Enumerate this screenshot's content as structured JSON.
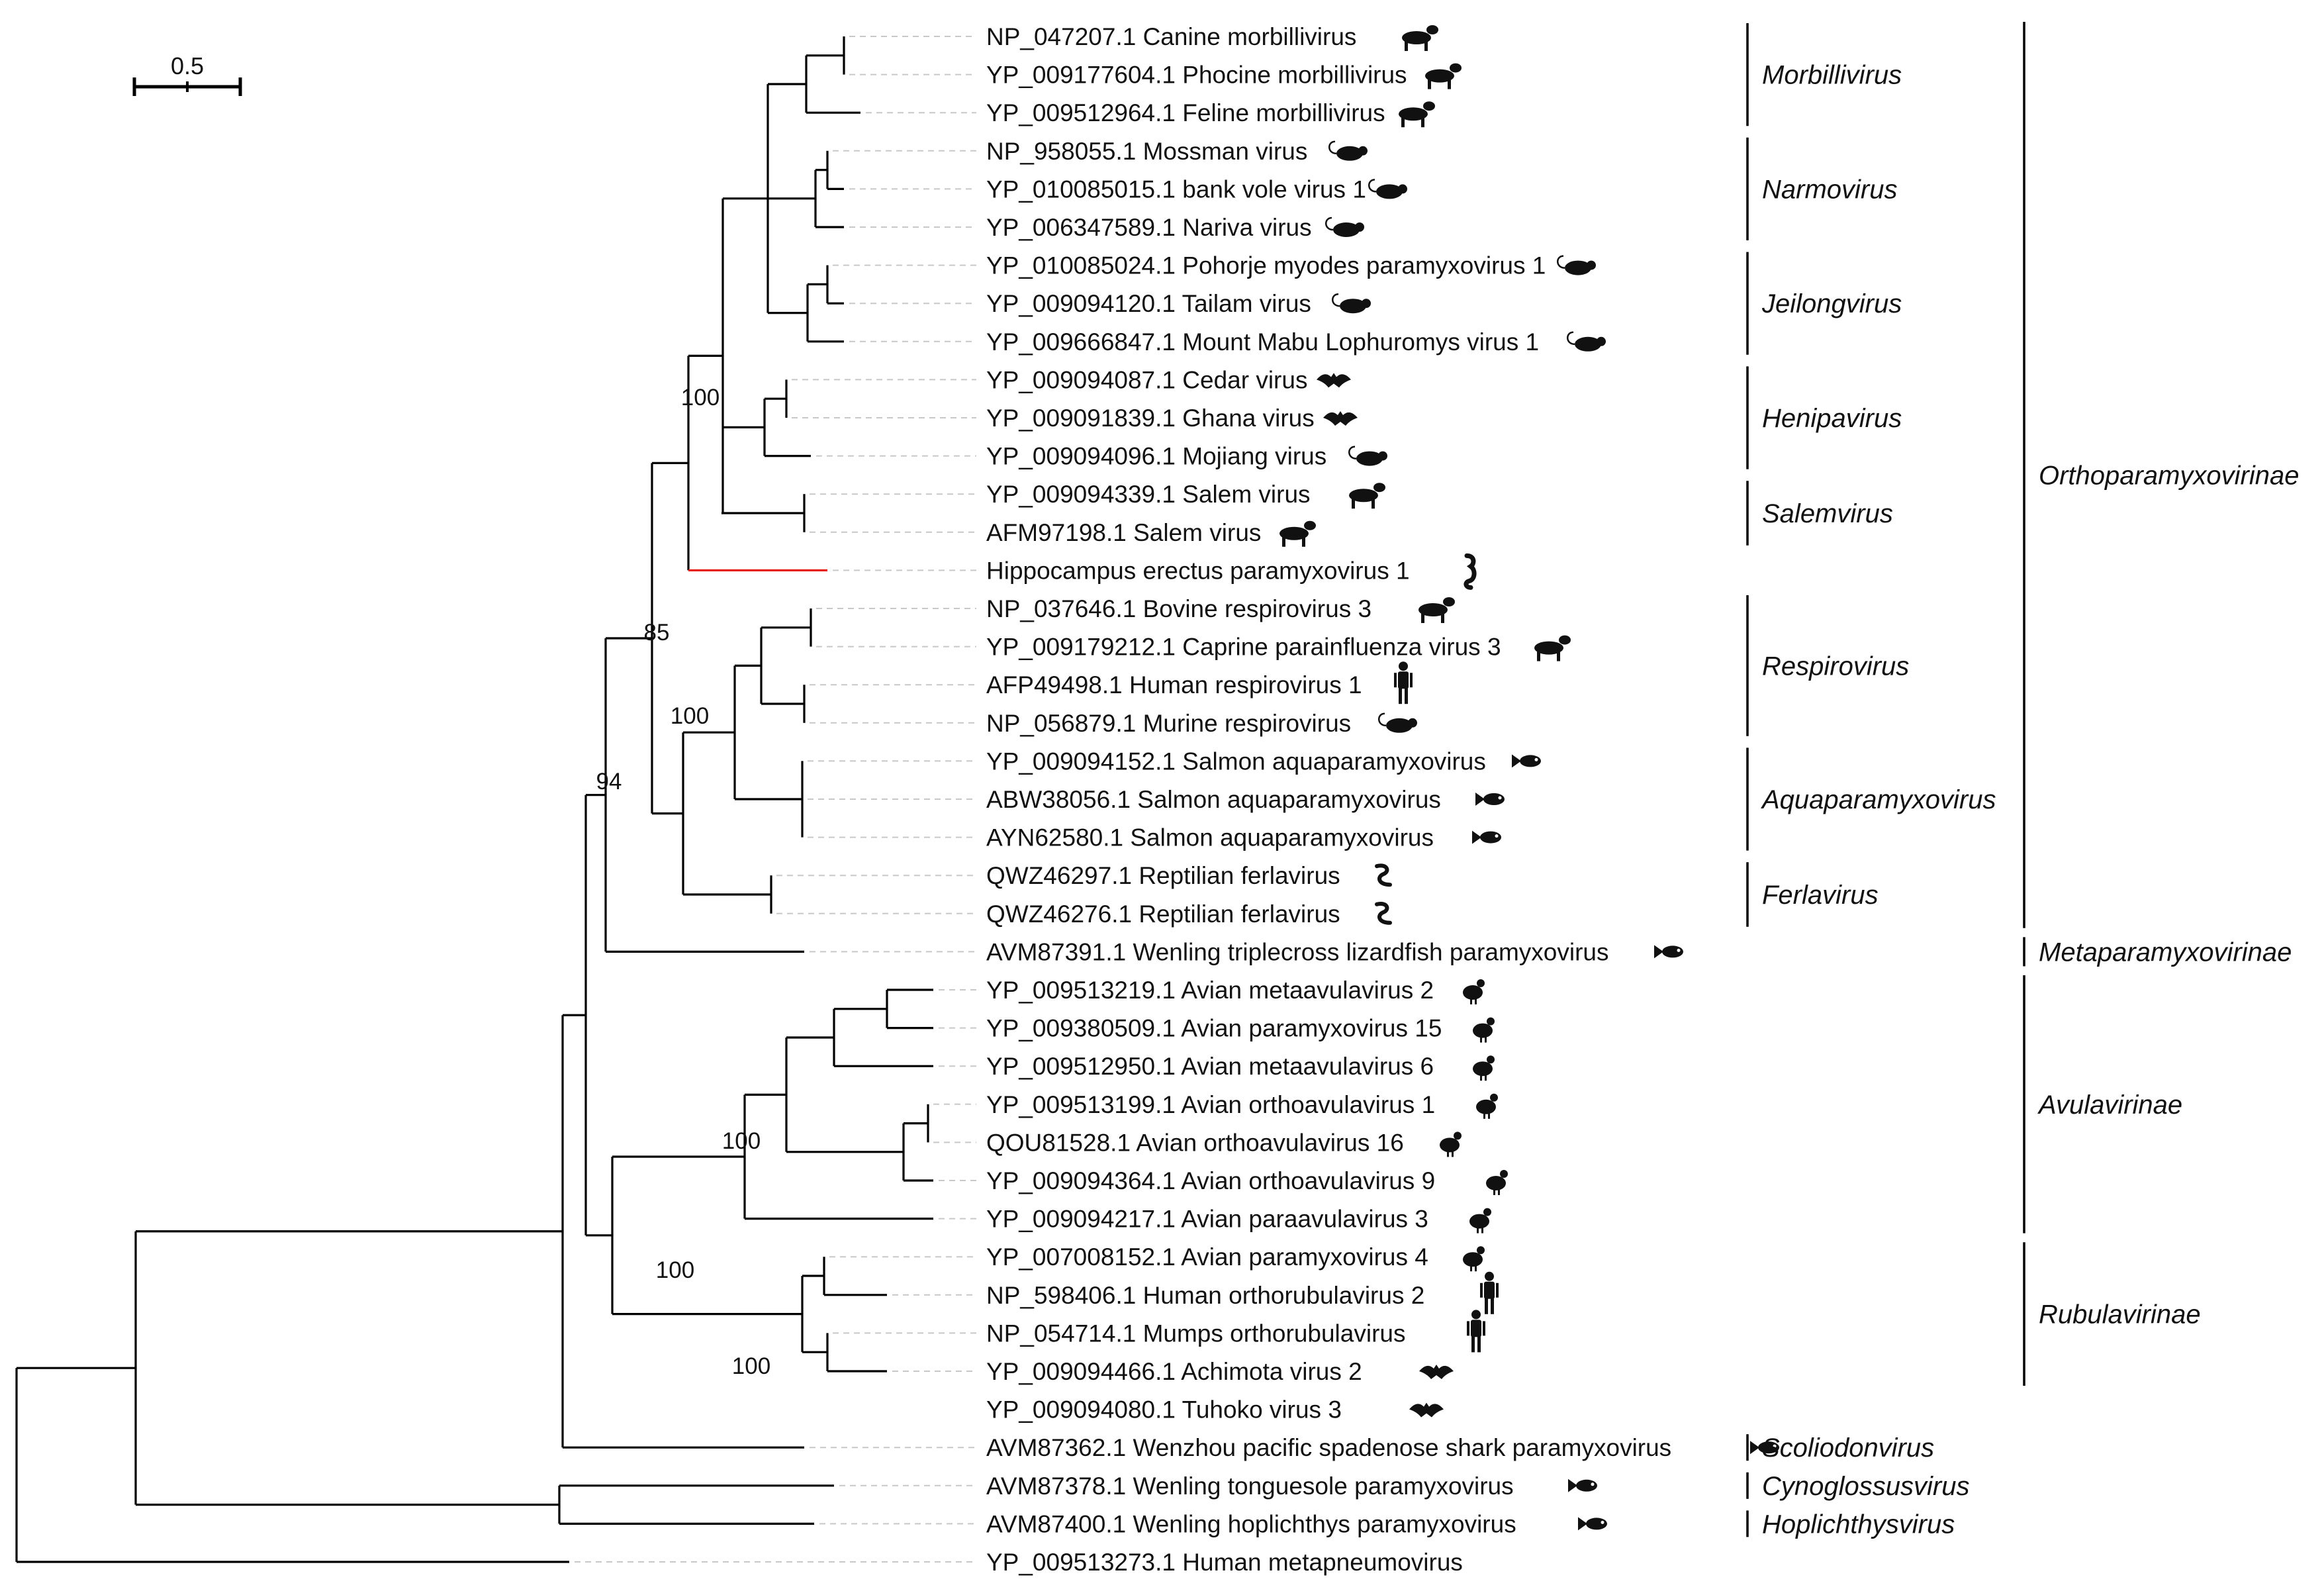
{
  "scale_bar": {
    "label": "0.5"
  },
  "colors": {
    "branch": "#000000",
    "highlight": "#e8201a",
    "guide": "#c8c8c8",
    "icon": "#111111"
  },
  "tips": [
    {
      "label": "NP_047207.1 Canine morbillivirus",
      "icon": "dog-icon"
    },
    {
      "label": "YP_009177604.1 Phocine morbillivirus",
      "icon": "seal-icon"
    },
    {
      "label": "YP_009512964.1 Feline morbillivirus",
      "icon": "cat-icon"
    },
    {
      "label": "NP_958055.1 Mossman virus",
      "icon": "rat-icon"
    },
    {
      "label": "YP_010085015.1 bank vole virus 1",
      "icon": "rat-icon"
    },
    {
      "label": "YP_006347589.1 Nariva virus",
      "icon": "rat-icon"
    },
    {
      "label": "YP_010085024.1 Pohorje myodes paramyxovirus 1",
      "icon": "rat-icon"
    },
    {
      "label": "YP_009094120.1 Tailam virus",
      "icon": "rat-icon"
    },
    {
      "label": "YP_009666847.1 Mount Mabu Lophuromys virus 1",
      "icon": "rat-icon"
    },
    {
      "label": "YP_009094087.1 Cedar virus",
      "icon": "bat-icon"
    },
    {
      "label": "YP_009091839.1 Ghana virus",
      "icon": "bat-icon"
    },
    {
      "label": "YP_009094096.1 Mojiang virus",
      "icon": "rat-icon"
    },
    {
      "label": "YP_009094339.1 Salem virus",
      "icon": "horse-icon"
    },
    {
      "label": "AFM97198.1 Salem virus",
      "icon": "horse-icon"
    },
    {
      "label": "Hippocampus erectus paramyxovirus 1",
      "icon": "seahorse-icon"
    },
    {
      "label": "NP_037646.1 Bovine respirovirus 3",
      "icon": "cow-icon"
    },
    {
      "label": "YP_009179212.1 Caprine parainfluenza virus 3",
      "icon": "goat-icon"
    },
    {
      "label": "AFP49498.1 Human respirovirus 1",
      "icon": "human-icon"
    },
    {
      "label": "NP_056879.1 Murine respirovirus",
      "icon": "rat-icon"
    },
    {
      "label": "YP_009094152.1 Salmon aquaparamyxovirus",
      "icon": "fish-icon"
    },
    {
      "label": "ABW38056.1 Salmon aquaparamyxovirus",
      "icon": "fish-icon"
    },
    {
      "label": "AYN62580.1 Salmon aquaparamyxovirus",
      "icon": "fish-icon"
    },
    {
      "label": "QWZ46297.1 Reptilian ferlavirus",
      "icon": "snake-icon"
    },
    {
      "label": "QWZ46276.1 Reptilian ferlavirus",
      "icon": "snake-icon"
    },
    {
      "label": "AVM87391.1 Wenling triplecross lizardfish paramyxovirus",
      "icon": "fish-icon"
    },
    {
      "label": "YP_009513219.1 Avian metaavulavirus 2",
      "icon": "chicken-icon"
    },
    {
      "label": "YP_009380509.1 Avian paramyxovirus 15",
      "icon": "chicken-icon"
    },
    {
      "label": "YP_009512950.1 Avian metaavulavirus 6",
      "icon": "goose-icon"
    },
    {
      "label": "YP_009513199.1 Avian orthoavulavirus 1",
      "icon": "duck-icon"
    },
    {
      "label": "QOU81528.1 Avian orthoavulavirus 16",
      "icon": "goose-icon"
    },
    {
      "label": "YP_009094364.1 Avian orthoavulavirus 9",
      "icon": "duck-icon"
    },
    {
      "label": "YP_009094217.1 Avian paraavulavirus 3",
      "icon": "turkey-icon"
    },
    {
      "label": "YP_007008152.1 Avian paramyxovirus 4",
      "icon": "bird-icon"
    },
    {
      "label": "NP_598406.1 Human orthorubulavirus 2",
      "icon": "human-icon"
    },
    {
      "label": "NP_054714.1 Mumps orthorubulavirus",
      "icon": "human-icon"
    },
    {
      "label": "YP_009094466.1 Achimota virus 2",
      "icon": "bat-icon"
    },
    {
      "label": "YP_009094080.1 Tuhoko virus 3",
      "icon": "bat-icon"
    },
    {
      "label": "AVM87362.1 Wenzhou pacific spadenose shark paramyxovirus",
      "icon": "fish-icon"
    },
    {
      "label": "AVM87378.1 Wenling tonguesole paramyxovirus",
      "icon": "fish-icon"
    },
    {
      "label": "AVM87400.1 Wenling hoplichthys paramyxovirus",
      "icon": "fish-icon"
    },
    {
      "label": "YP_009513273.1 Human metapneumovirus",
      "icon": ""
    }
  ],
  "bootstrap": [
    "100",
    "85",
    "100",
    "94",
    "100",
    "100",
    "100"
  ],
  "genera": [
    "Morbillivirus",
    "Narmovirus",
    "Jeilongvirus",
    "Henipavirus",
    "Salemvirus",
    "Respirovirus",
    "Aquaparamyxovirus",
    "Ferlavirus",
    "Scoliodonvirus",
    "Cynoglossusvirus",
    "Hoplichthysvirus"
  ],
  "subfamilies": [
    "Orthoparamyxovirinae",
    "Metaparamyxovirinae",
    "Avulavirinae",
    "Rubulavirinae"
  ]
}
